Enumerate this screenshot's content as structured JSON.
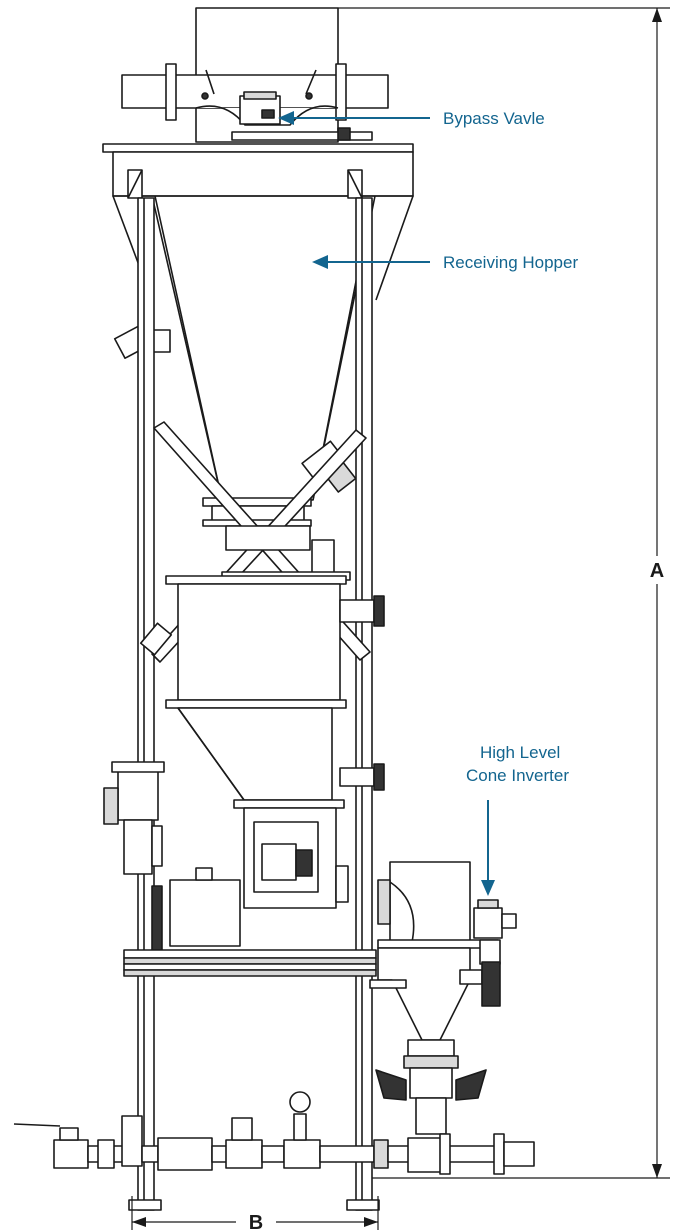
{
  "colors": {
    "callout": "#13658f",
    "line": "#1a1a1a",
    "fill": "#ffffff",
    "shade": "#d9d9d9",
    "dark": "#333333"
  },
  "callouts": {
    "bypass_valve": "Bypass Vavle",
    "receiving_hopper": "Receiving Hopper",
    "high_level_line1": "High Level",
    "high_level_line2": "Cone Inverter"
  },
  "dimensions": {
    "height_label": "A",
    "width_label": "B"
  }
}
